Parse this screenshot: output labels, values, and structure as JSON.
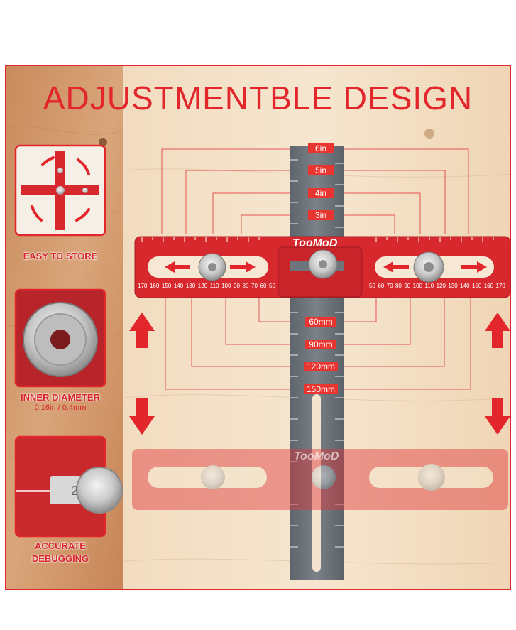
{
  "title": "ADJUSTMENTBLE DESIGN",
  "brand": "TooMoD",
  "features": [
    {
      "label": "EASY TO STORE"
    },
    {
      "label": "INNER DIAMETER",
      "sub": "0.16in / 0.4mm"
    },
    {
      "label": "ACCURATE",
      "label2": "DEBUGGING"
    }
  ],
  "inch_dims": [
    "6in",
    "5in",
    "4in",
    "3in"
  ],
  "mm_dims": [
    "60mm",
    "90mm",
    "120mm",
    "150mm"
  ],
  "scale_numbers": [
    "170",
    "160",
    "150",
    "140",
    "130",
    "120",
    "110",
    "100",
    "90",
    "80",
    "70",
    "60",
    "50"
  ],
  "scale_numbers_right": [
    "50",
    "60",
    "70",
    "80",
    "90",
    "100",
    "110",
    "120",
    "130",
    "140",
    "150",
    "160",
    "170"
  ],
  "colors": {
    "accent": "#e3262b",
    "ruler_red": "#d7282d",
    "ruler_grey": "#6d747b",
    "wood": "#efd7b8"
  }
}
